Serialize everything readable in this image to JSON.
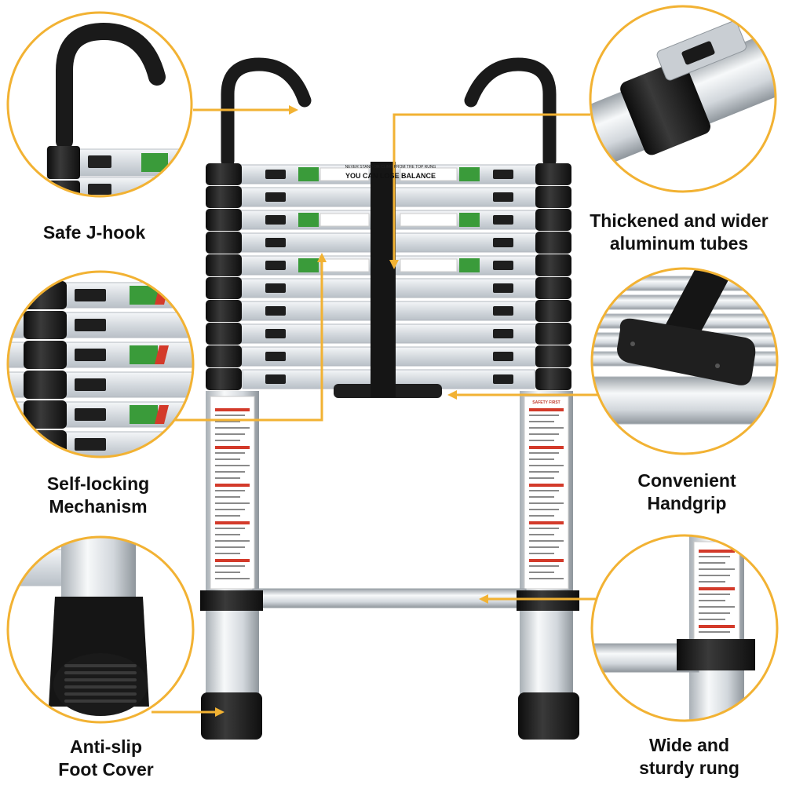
{
  "theme": {
    "accent": "#f2b233",
    "text": "#111111",
    "metal": "#d8dde2",
    "dark": "#1b1b1b",
    "warning_green": "#3a9b3a",
    "warning_red": "#d33a2a"
  },
  "callouts": {
    "j_hook": {
      "line1": "Safe J-hook",
      "line2": ""
    },
    "tubes": {
      "line1": "Thickened and wider",
      "line2": "aluminum tubes"
    },
    "locking": {
      "line1": "Self-locking",
      "line2": "Mechanism"
    },
    "handgrip": {
      "line1": "Convenient",
      "line2": "Handgrip"
    },
    "foot": {
      "line1": "Anti-slip",
      "line2": "Foot Cover"
    },
    "rung": {
      "line1": "Wide and",
      "line2": "sturdy rung"
    }
  },
  "rung_sticker": {
    "top_line": "NEVER STAND OR CLIMB FROM THE TOP RUNG",
    "headline": "YOU CAN LOSE BALANCE"
  },
  "side_label": {
    "title": "SAFETY FIRST"
  },
  "icons": [
    "j-hook-icon",
    "ladder-icon",
    "lock-icon",
    "handgrip-icon",
    "foot-cover-icon"
  ]
}
